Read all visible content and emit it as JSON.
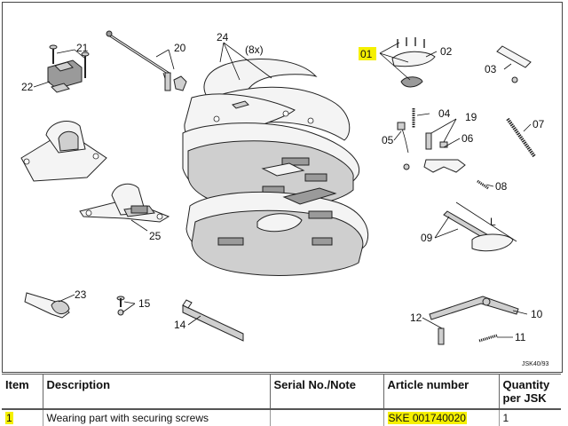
{
  "diagram": {
    "callouts": {
      "c01": "01",
      "c02": "02",
      "c03": "03",
      "c04": "04",
      "c05": "05",
      "c06": "06",
      "c07": "07",
      "c08": "08",
      "c09": "09",
      "c10": "10",
      "c11": "11",
      "c12": "12",
      "c14": "14",
      "c15": "15",
      "c19": "19",
      "c20": "20",
      "c21": "21",
      "c22": "22",
      "c23": "23",
      "c24": "24",
      "c25": "25",
      "c24_qty": "(8x)",
      "dimension_l": "L"
    },
    "drawing_ref": "JSK40/93",
    "highlight_color": "#f5f000"
  },
  "parts_table": {
    "headers": {
      "item": "Item",
      "description": "Description",
      "serial": "Serial No./Note",
      "article": "Article number",
      "quantity": "Quantity per JSK"
    },
    "rows": [
      {
        "item": "1",
        "description": "Wearing part with securing screws",
        "serial": "",
        "article": "SKE 001740020",
        "quantity": "1"
      }
    ]
  }
}
